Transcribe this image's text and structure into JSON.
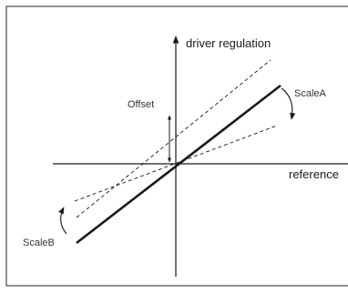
{
  "diagram": {
    "y_axis_label": "driver regulation",
    "x_axis_label": "reference",
    "offset_label": "Offset",
    "scale_a_label": "ScaleA",
    "scale_b_label": "ScaleB"
  },
  "colors": {
    "line": "#1a1a1a",
    "border": "#222222",
    "background": "#ffffff"
  }
}
